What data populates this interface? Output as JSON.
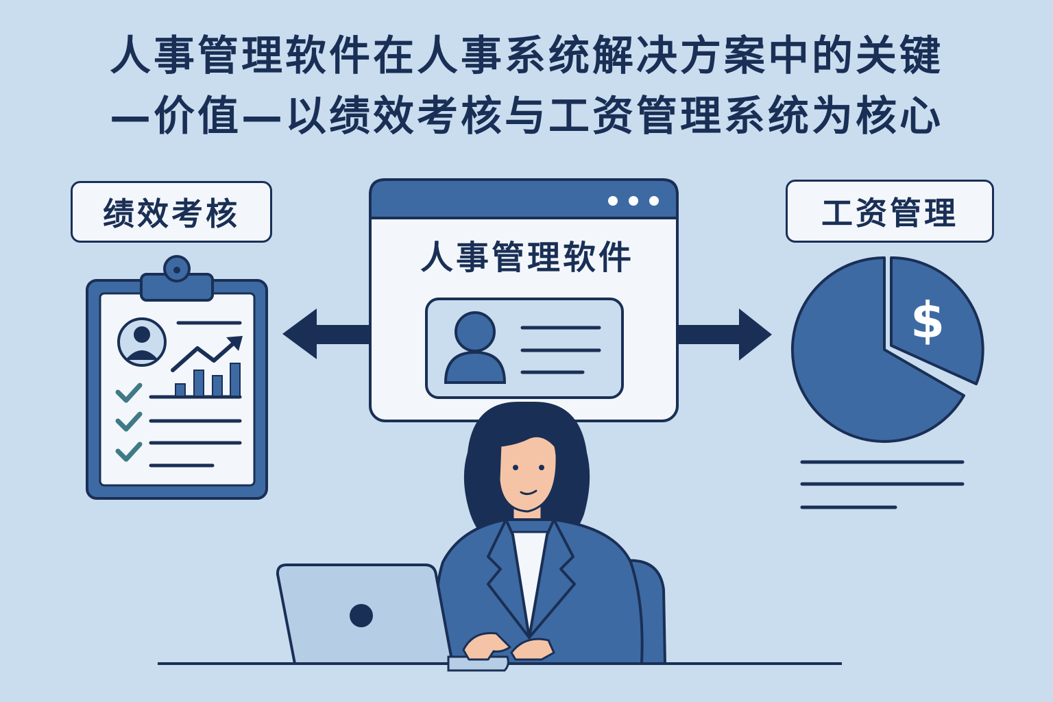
{
  "title": {
    "line1": "人事管理软件在人事系统解决方案中的关键",
    "line2": "—价值—以绩效考核与工资管理系统为核心"
  },
  "performance": {
    "label": "绩效考核"
  },
  "software": {
    "label": "人事管理软件"
  },
  "payroll": {
    "label": "工资管理",
    "currency_symbol": "$"
  },
  "colors": {
    "background": "#c9ddef",
    "navy": "#1a2f55",
    "blue": "#3e6aa3",
    "light_panel": "#f3f7fb",
    "check": "#3f7a86",
    "skin": "#f5c4a6"
  }
}
